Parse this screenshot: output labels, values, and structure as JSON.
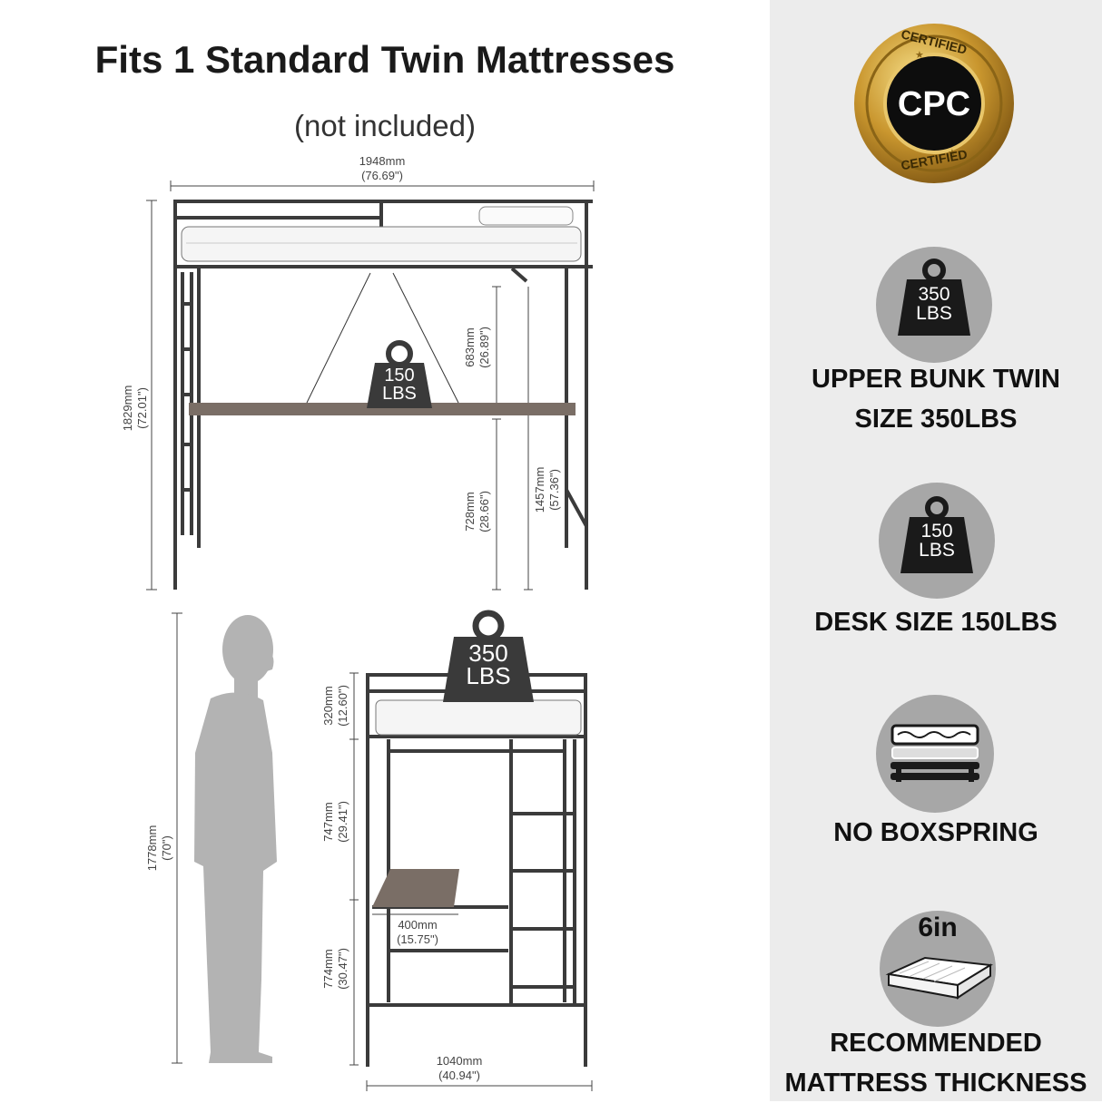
{
  "title": {
    "main": "Fits 1 Standard Twin  Mattresses",
    "sub": "(not included)"
  },
  "dimensions": {
    "length": {
      "mm": "1948mm",
      "in": "(76.69\")"
    },
    "height": {
      "mm": "1829mm",
      "in": "(72.01\")"
    },
    "under_clearance": {
      "mm": "683mm",
      "in": "(26.89\")"
    },
    "desk_height": {
      "mm": "728mm",
      "in": "(28.66\")"
    },
    "to_platform": {
      "mm": "1457mm",
      "in": "(57.36\")"
    },
    "person_height": {
      "mm": "1778mm",
      "in": "(70\")"
    },
    "guardrail": {
      "mm": "320mm",
      "in": "(12.60\")"
    },
    "side_mid": {
      "mm": "747mm",
      "in": "(29.41\")"
    },
    "side_low": {
      "mm": "774mm",
      "in": "(30.47\")"
    },
    "desk_depth": {
      "mm": "400mm",
      "in": "(15.75\")"
    },
    "width": {
      "mm": "1040mm",
      "in": "(40.94\")"
    }
  },
  "weights": {
    "desk_diagram": {
      "value": "150",
      "unit": "LBS"
    },
    "bunk_diagram": {
      "value": "350",
      "unit": "LBS"
    }
  },
  "badge": {
    "top": "CERTIFIED",
    "center": "CPC",
    "bottom": "CERTIFIED"
  },
  "features": [
    {
      "icon": "weight-350-icon",
      "value": "350",
      "unit": "LBS",
      "label_line1": "UPPER BUNK TWIN",
      "label_line2": "SIZE 350LBS"
    },
    {
      "icon": "weight-150-icon",
      "value": "150",
      "unit": "LBS",
      "label_line1": "DESK SIZE 150LBS",
      "label_line2": ""
    },
    {
      "icon": "mattress-layers-icon",
      "label_line1": "NO BOXSPRING",
      "label_line2": ""
    },
    {
      "icon": "mattress-icon",
      "thickness": "6in",
      "label_line1": "RECOMMENDED",
      "label_line2": "MATTRESS THICKNESS"
    }
  ],
  "colors": {
    "frame": "#3b3b3b",
    "desk": "#7a6e66",
    "person": "#b3b3b3",
    "icon_bg": "#a7a7a7",
    "icon_weight": "#1a1a1a",
    "badge_gold": "#c9962e",
    "panel": "#ececec"
  }
}
